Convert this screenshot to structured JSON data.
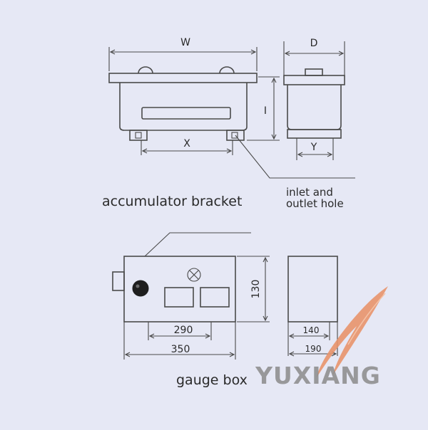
{
  "labels": {
    "dim_w": "W",
    "dim_d": "D",
    "dim_i": "I",
    "dim_x": "X",
    "dim_y": "Y",
    "caption_bracket": "accumulator bracket",
    "callout_line1": "inlet and",
    "callout_line2": "outlet hole",
    "dim_130": "130",
    "dim_290": "290",
    "dim_350": "350",
    "dim_140": "140",
    "dim_190": "190",
    "caption_gauge": "gauge box",
    "watermark_text": "YUXIANG"
  },
  "colors": {
    "background": "#e6e8f5",
    "line": "#4a4a4a",
    "watermark": "#8b8b8b",
    "watermark_accent": "#e8936b"
  }
}
